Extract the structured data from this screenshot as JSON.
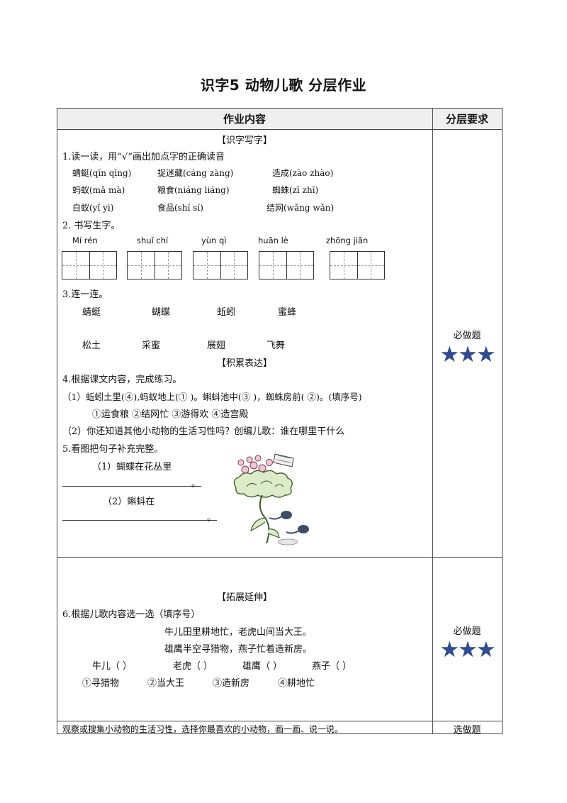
{
  "title": "识字5 动物儿歌    分层作业",
  "table_header": {
    "content": "作业内容",
    "level": "分层要求"
  },
  "section1": {
    "heading": "【识字写字】",
    "q1": {
      "prompt": "1.读一读，用“√”画出加点字的正确读音",
      "rows": [
        [
          "蜻蜓(qīn qīng)",
          "捉迷藏(cáng  zàng)",
          "造成(zào zhào)"
        ],
        [
          "蚂蚁(mǎ mà)",
          "粮食(niáng liáng)",
          "蜘蛛(zī zhī)"
        ],
        [
          "白蚁(yǐ yì)",
          "食品(shí  sí)",
          "结网(wǎng wǎn)"
        ]
      ]
    },
    "q2": {
      "prompt": "2. 书写生字。",
      "pinyin": [
        "Mí rén",
        "shuǐ chí",
        "yùn qì",
        "huān  lè",
        "zhōng  jiān"
      ]
    },
    "q3": {
      "prompt": "3.连一连。",
      "top": [
        "蜻蜓",
        "蝴蝶",
        "蚯蚓",
        "蜜蜂"
      ],
      "bottom": [
        "松土",
        "采蜜",
        "展翅",
        "飞舞"
      ]
    }
  },
  "section2": {
    "heading": "【积累表达】",
    "q4": {
      "prompt": "4.根据课文内容，完成练习。",
      "line1": "（1）蚯蚓土里(④),蚂蚁地上(① )。蝌蚪池中(③ )，蜘蛛房前( ②)。(填序号)",
      "options": "①运食粮  ②结网忙 ③游得欢 ④造宫殿",
      "line2": "（2）你还知道其他小动物的生活习性吗？创编儿歌：谁在哪里干什么"
    },
    "q5": {
      "prompt": "5.看图把句子补充完整。",
      "s1": "（1）蝴蝶在花丛里",
      "s2": "（2）蝌蚪在",
      "period": "。"
    }
  },
  "section3": {
    "heading": "【拓展延伸】",
    "q6": {
      "prompt": "6.根据儿歌内容选一选（填序号）",
      "poem1": "牛儿田里耕地忙，老虎山间当大王。",
      "poem2": "雄鹰半空寻猎物，燕子忙着造新房。",
      "blanks": [
        "牛儿（     ）",
        "老虎（     ）",
        "雄鹰（     ）",
        "燕子（     ）"
      ],
      "options": [
        "①寻猎物",
        "②当大王",
        "③造新房",
        "④耕地忙"
      ]
    }
  },
  "row3": "观察或搜集小动物的生活习性，选择你最喜欢的小动物，画一画、说一说。",
  "levels": {
    "row1_label": "必做题",
    "row2_label": "必做题",
    "row3_label": "选做题",
    "stars": "★★★",
    "star_color": "#2f4c8e"
  }
}
